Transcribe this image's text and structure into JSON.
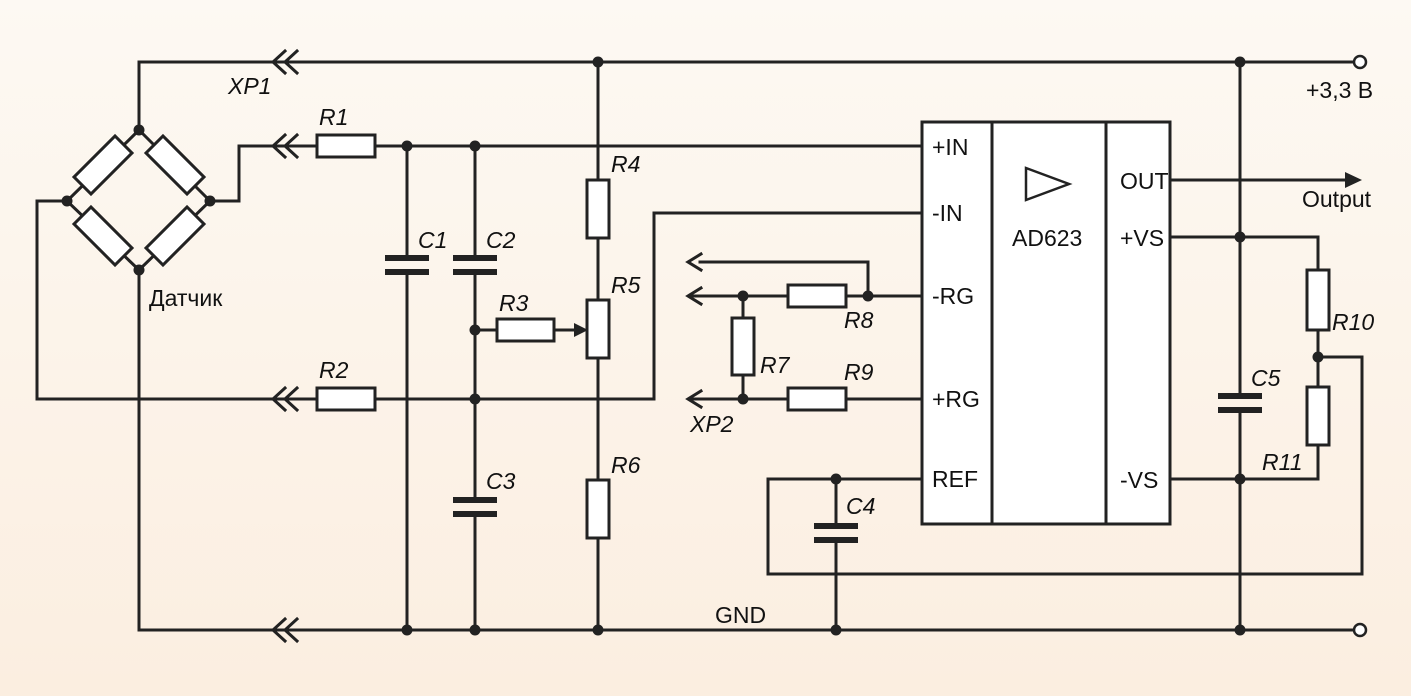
{
  "labels": {
    "sensor": "Датчик",
    "xp1": "XP1",
    "xp2": "XP2",
    "supply": "+3,3 В",
    "gnd": "GND",
    "output": "Output",
    "r1": "R1",
    "r2": "R2",
    "r3": "R3",
    "r4": "R4",
    "r5": "R5",
    "r6": "R6",
    "r7": "R7",
    "r8": "R8",
    "r9": "R9",
    "r10": "R10",
    "r11": "R11",
    "c1": "C1",
    "c2": "C2",
    "c3": "C3",
    "c4": "C4",
    "c5": "C5"
  },
  "ic": {
    "name": "AD623",
    "pin_in_plus": "+IN",
    "pin_in_minus": "-IN",
    "pin_rg_minus": "-RG",
    "pin_rg_plus": "+RG",
    "pin_ref": "REF",
    "pin_out": "OUT",
    "pin_vs_plus": "+VS",
    "pin_vs_minus": "-VS"
  },
  "colors": {
    "ink": "#222222",
    "background": "#fdf9f3"
  }
}
